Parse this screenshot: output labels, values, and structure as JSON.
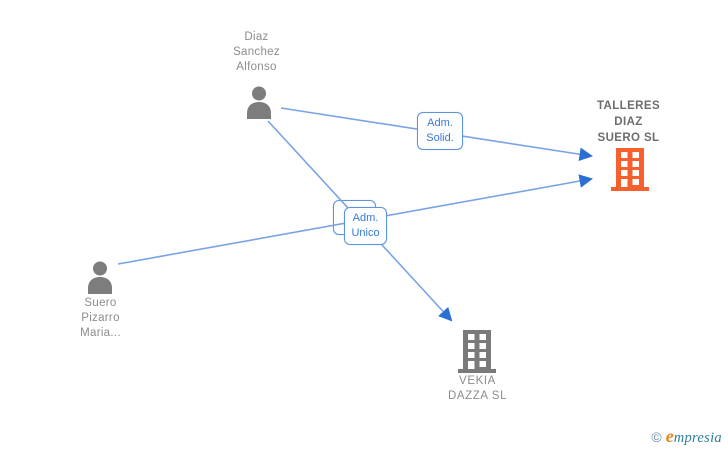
{
  "diagram": {
    "type": "corporate-relationship-graph",
    "background": "#ffffff"
  },
  "colors": {
    "edge_line": "#7aa3e5",
    "arrowhead": "#2b6fd5",
    "relation_box_border": "#5e93de",
    "relation_box_text": "#3b78d8",
    "person_icon": "#7d7d7d",
    "person_label": "#8c8c8c",
    "company_label": "#6d6d6d",
    "building_orange": "#f75f2d",
    "building_gray": "#7a7a7a",
    "brand_orange": "#e8821e",
    "brand_teal": "#2d7f99"
  },
  "nodes": {
    "diaz": {
      "type": "person",
      "lines": [
        "Diaz",
        "Sanchez",
        "Alfonso"
      ]
    },
    "suero": {
      "type": "person",
      "lines": [
        "Suero",
        "Pizarro",
        "Maria..."
      ]
    },
    "talleres": {
      "type": "company",
      "lines": [
        "TALLERES",
        "DIAZ",
        "SUERO SL"
      ]
    },
    "vekia": {
      "type": "company",
      "lines": [
        "VEKIA",
        "DAZZA SL"
      ]
    }
  },
  "relations": {
    "adm_solid": {
      "lines": [
        "Adm.",
        "Solid."
      ]
    },
    "adm_unico": {
      "lines": [
        "Adm.",
        "Unico"
      ],
      "stacked": true
    }
  },
  "edges": [
    {
      "from": "Diaz Sanchez Alfonso",
      "to": "TALLERES DIAZ SUERO SL",
      "label": "Adm. Solid."
    },
    {
      "from": "Suero Pizarro Maria...",
      "to": "TALLERES DIAZ SUERO SL",
      "label": "Adm. Unico"
    },
    {
      "from": "Diaz Sanchez Alfonso",
      "to": "VEKIA DAZZA SL",
      "label": "Adm. Unico"
    }
  ],
  "footer": {
    "copyright_symbol": "©",
    "brand_first_letter": "e",
    "brand_rest": "mpresia"
  }
}
